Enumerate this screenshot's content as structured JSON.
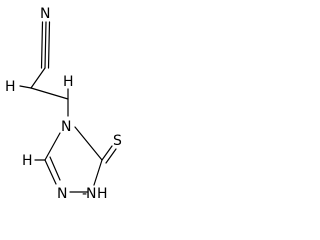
{
  "molecule": {
    "atoms": {
      "n_nitrile": "N",
      "h_ch2_a": "H",
      "h_ch2_b": "H",
      "n4": "N",
      "h_c3": "H",
      "s": "S",
      "n1": "N",
      "nh": "H"
    },
    "colors": {
      "ink": "#000000",
      "background": "#ffffff"
    }
  }
}
